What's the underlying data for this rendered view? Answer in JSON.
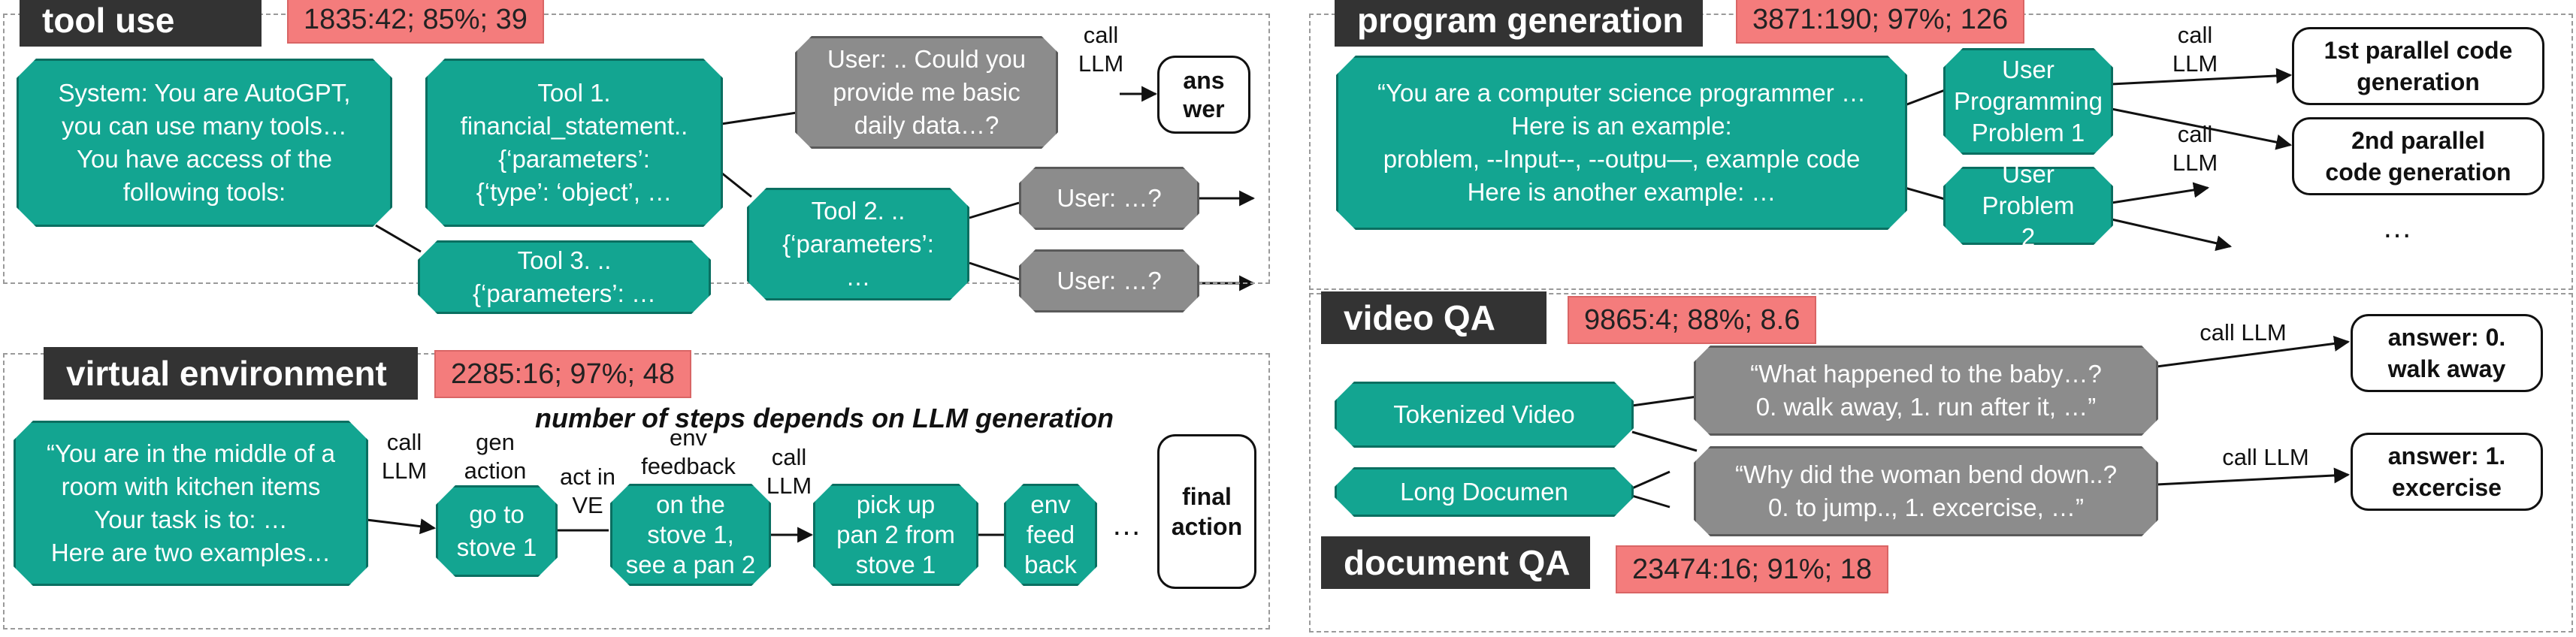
{
  "panels": {
    "tool_use": {
      "title": "tool use",
      "stat": "1835:42; 85%; 39",
      "system_box": "System: You are AutoGPT,\nyou can use many tools…\nYou have access of the\nfollowing tools:",
      "tool1_box": "Tool 1.\nfinancial_statement..\n{‘parameters’:\n{‘type’: ‘object’, …",
      "tool2_box": "Tool 2. ..\n{‘parameters’:\n…",
      "tool3_box": "Tool 3. ..\n{‘parameters’: …",
      "user_top_box": "User: .. Could you\nprovide me basic\ndaily data…?",
      "user_mid_box": "User: …?",
      "user_bot_box": "User: …?",
      "call_label": "call\nLLM",
      "answer_box": "ans\nwer"
    },
    "virtual_env": {
      "title": "virtual environment",
      "stat": "2285:16; 97%; 48",
      "note": "number of steps depends on LLM generation",
      "prompt_box": "“You are in the middle of a\nroom with kitchen items\nYour task is to: …\nHere are two examples…",
      "call_label": "call\nLLM",
      "gen_label": "gen\naction",
      "step1_box": "go to\nstove 1",
      "act_label": "act in\nVE",
      "env_label": "env\nfeedback",
      "feedback1_box": "on the\nstove 1,\nsee a pan 2",
      "call2_label": "call\nLLM",
      "step2_box": "pick up\npan 2 from\nstove 1",
      "feedback2_box": "env\nfeed\nback",
      "ellipsis": "…",
      "final_box": "final\naction"
    },
    "program_gen": {
      "title": "program generation",
      "stat": "3871:190; 97%; 126",
      "prompt_box": "“You are a computer science programmer …\nHere is an example:\nproblem, --Input--, --outpu—, example code\nHere is another example: …",
      "user1_box": "User\nProgramming\nProblem 1",
      "user2_box": "User Problem\n2",
      "call1_label": "call\nLLM",
      "call2_label": "call\nLLM",
      "out1_box": "1st parallel code\ngeneration",
      "out2_box": "2nd parallel\ncode generation",
      "ellipsis": "…"
    },
    "video_qa": {
      "title": "video QA",
      "stat": "9865:4; 88%; 8.6",
      "video_box": "Tokenized Video",
      "doc_box": "Long Documen",
      "q1_box": "“What happened to the baby…?\n0. walk away, 1. run after it, …”",
      "q2_box": "“Why did the woman bend down..?\n0. to jump.., 1. excercise, …”",
      "call1_label": "call LLM",
      "call2_label": "call LLM",
      "a1_box": "answer: 0.\nwalk away",
      "a2_box": "answer: 1.\nexcercise"
    },
    "document_qa": {
      "title": "document QA",
      "stat": "23474:16; 91%; 18"
    }
  },
  "colors": {
    "teal": "#13a591",
    "gray": "#8c8c8c",
    "title_bg": "#333333",
    "stat_bg": "#f47c7c"
  }
}
